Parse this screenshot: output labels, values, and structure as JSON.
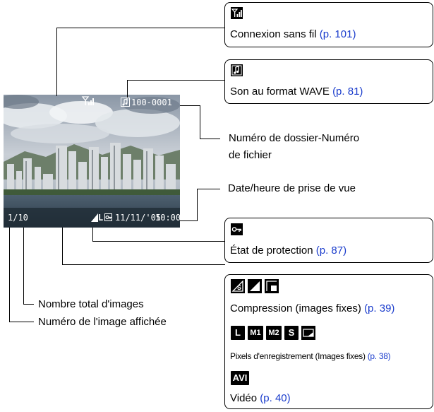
{
  "screen": {
    "wifi_icon": "wifi-signal-icon",
    "folder_file": "100-0001",
    "sound_icon": "sound-note-icon",
    "image_counter": "1/10",
    "quality_icon": "compression-quality-icon",
    "size": "L",
    "protect_icon": "protect-key-icon",
    "date": "11/11/'05",
    "time": "10:00"
  },
  "callouts": {
    "wireless": {
      "icon": "wifi-signal-icon",
      "label": "Connexion sans fil",
      "ref": "(p. 101)"
    },
    "wave": {
      "icon": "sound-note-icon",
      "label": "Son au format WAVE",
      "ref": "(p. 81)"
    },
    "folder_number": {
      "line1": "Numéro de dossier-Numéro",
      "line2": "de fichier"
    },
    "datetime": {
      "label": "Date/heure de prise de vue"
    },
    "protection": {
      "icon": "protect-key-icon",
      "label": "État de protection",
      "ref": "(p. 87)"
    },
    "compression": {
      "icons": [
        "superfine-icon",
        "fine-icon",
        "normal-icon"
      ],
      "label": "Compression (images fixes)",
      "ref": "(p. 39)"
    },
    "pixels": {
      "icons": [
        "L",
        "M1",
        "M2",
        "S"
      ],
      "extra_icon": "widescreen-icon",
      "label": "Pixels d'enregistrement (Images fixes)",
      "ref": "(p. 38)"
    },
    "video": {
      "icon_text": "AVI",
      "label": "Vidéo",
      "ref": "(p. 40)"
    },
    "total": {
      "label": "Nombre total d'images"
    },
    "current": {
      "label": "Numéro de l'image affichée"
    }
  }
}
